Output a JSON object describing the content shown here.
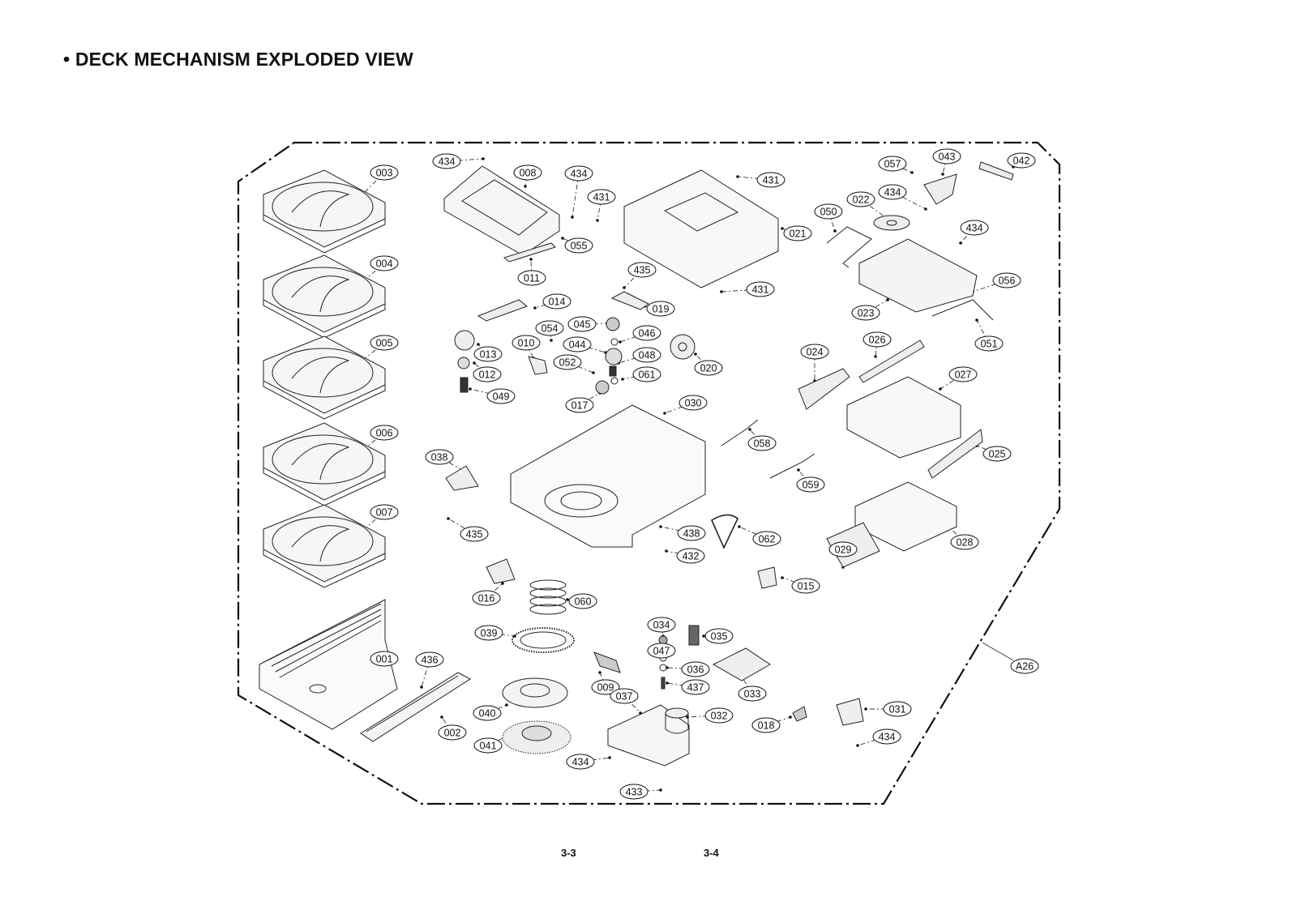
{
  "title": "• DECK MECHANISM EXPLODED VIEW",
  "page_numbers": [
    "3-3",
    "3-4"
  ],
  "assembly_label": "A26",
  "callouts": [
    "003",
    "004",
    "005",
    "006",
    "007",
    "001",
    "002",
    "436",
    "434",
    "008",
    "434",
    "055",
    "011",
    "431",
    "021",
    "431",
    "431",
    "019",
    "435",
    "057",
    "043",
    "042",
    "434",
    "022",
    "050",
    "434",
    "056",
    "023",
    "051",
    "014",
    "045",
    "046",
    "054",
    "010",
    "013",
    "012",
    "044",
    "048",
    "052",
    "061",
    "049",
    "017",
    "020",
    "024",
    "026",
    "027",
    "025",
    "030",
    "058",
    "038",
    "059",
    "435",
    "028",
    "029",
    "438",
    "062",
    "432",
    "015",
    "016",
    "060",
    "039",
    "034",
    "035",
    "047",
    "036",
    "437",
    "009",
    "033",
    "040",
    "037",
    "032",
    "018",
    "041",
    "434",
    "433",
    "031",
    "434"
  ]
}
